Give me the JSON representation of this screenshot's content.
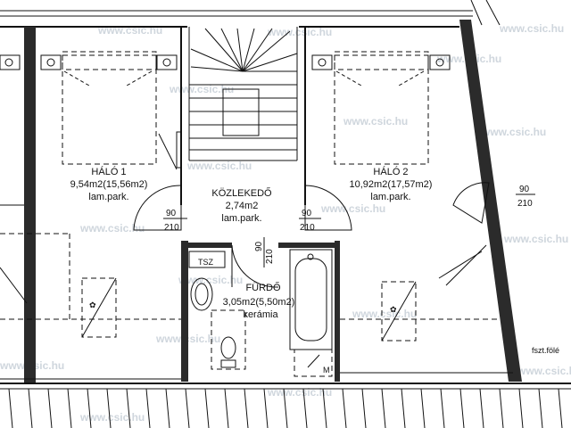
{
  "rooms": {
    "halo1": {
      "name": "HÁLÓ 1",
      "area": "9,54m2(15,56m2)",
      "floor": "lam.park."
    },
    "halo2": {
      "name": "HÁLÓ 2",
      "area": "10,92m2(17,57m2)",
      "floor": "lam.park."
    },
    "kozlekedo": {
      "name": "KÖZLEKEDŐ",
      "area": "2,74m2",
      "floor": "lam.park."
    },
    "furdo": {
      "name": "FÜRDŐ",
      "area": "3,05m2(5,50m2)",
      "floor": "kerámia"
    }
  },
  "doors": {
    "left_top": "90",
    "left_bottom": "210",
    "mid_top": "90",
    "mid_bottom": "210",
    "bath_top": "90",
    "bath_bottom": "210",
    "right_top": "90",
    "right_bottom": "210"
  },
  "labels": {
    "tsz": "TSZ",
    "m": "M",
    "fszt": "fszt.fölé"
  },
  "watermark": "www.csic.hu"
}
